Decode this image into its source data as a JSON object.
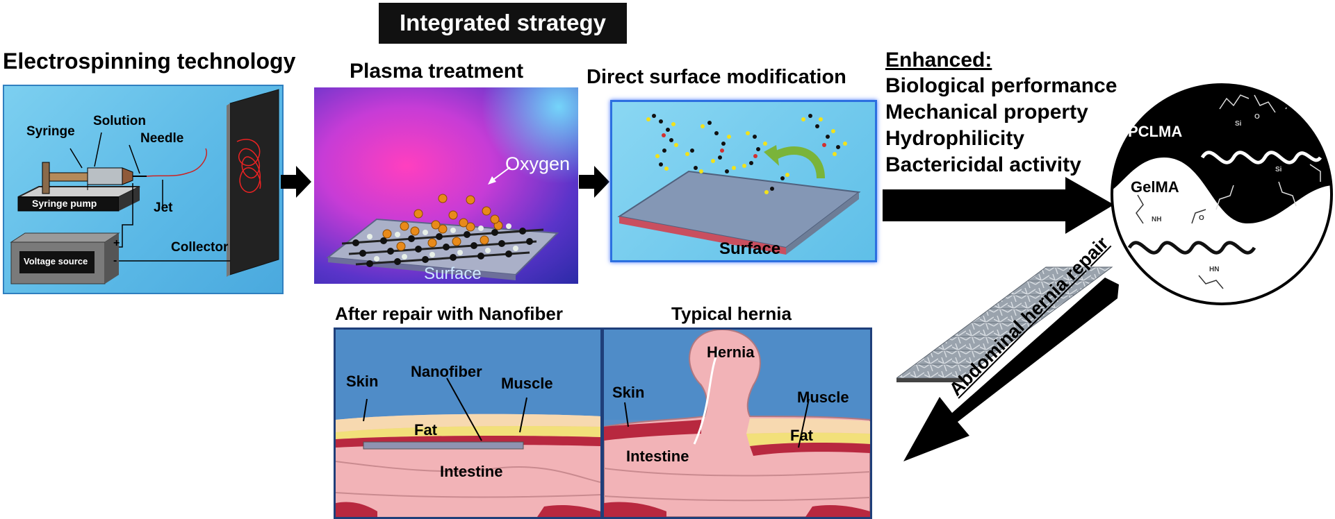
{
  "title": "Integrated strategy",
  "electrospinning": {
    "heading": "Electrospinning technology",
    "syringe": "Syringe",
    "solution": "Solution",
    "needle": "Needle",
    "syringe_pump": "Syringe pump",
    "jet": "Jet",
    "collector": "Collector",
    "voltage_source": "Voltage source",
    "plus": "+",
    "minus": "-"
  },
  "plasma": {
    "heading": "Plasma treatment",
    "oxygen": "Oxygen",
    "surface": "Surface"
  },
  "modification": {
    "heading": "Direct surface modification",
    "surface": "Surface"
  },
  "enhanced": {
    "heading": "Enhanced:",
    "items": [
      "Biological performance",
      "Mechanical property",
      "Hydrophilicity",
      "Bactericidal activity"
    ]
  },
  "polymers": {
    "top": "PCLMA",
    "bottom": "GelMA",
    "atoms": {
      "o": "O",
      "si": "Si",
      "nh": "NH",
      "hn": "HN"
    }
  },
  "repair_arrow": "Abdominal hernia repair",
  "after_repair": {
    "heading": "After repair with Nanofiber",
    "skin": "Skin",
    "nanofiber": "Nanofiber",
    "muscle": "Muscle",
    "fat": "Fat",
    "intestine": "Intestine"
  },
  "typical": {
    "heading": "Typical hernia",
    "hernia": "Hernia",
    "skin": "Skin",
    "muscle": "Muscle",
    "fat": "Fat",
    "intestine": "Intestine"
  }
}
